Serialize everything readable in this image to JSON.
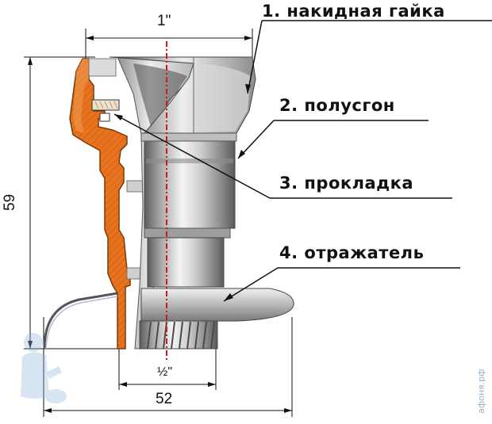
{
  "labels": {
    "nut": "1. накидная гайка",
    "hexagon": "2. полусгон",
    "gasket": "3. прокладка",
    "reflector": "4. отражатель"
  },
  "dimensions": {
    "top_width": "1\"",
    "height": "59",
    "thread": "½\"",
    "bottom_width": "52"
  },
  "watermark": "афоня.рф",
  "colors": {
    "body_orange": "#e8731f",
    "metal_light": "#e6e6e6",
    "metal_dark": "#6a6a6a",
    "axis_red": "#d8141e",
    "line": "#111111"
  }
}
